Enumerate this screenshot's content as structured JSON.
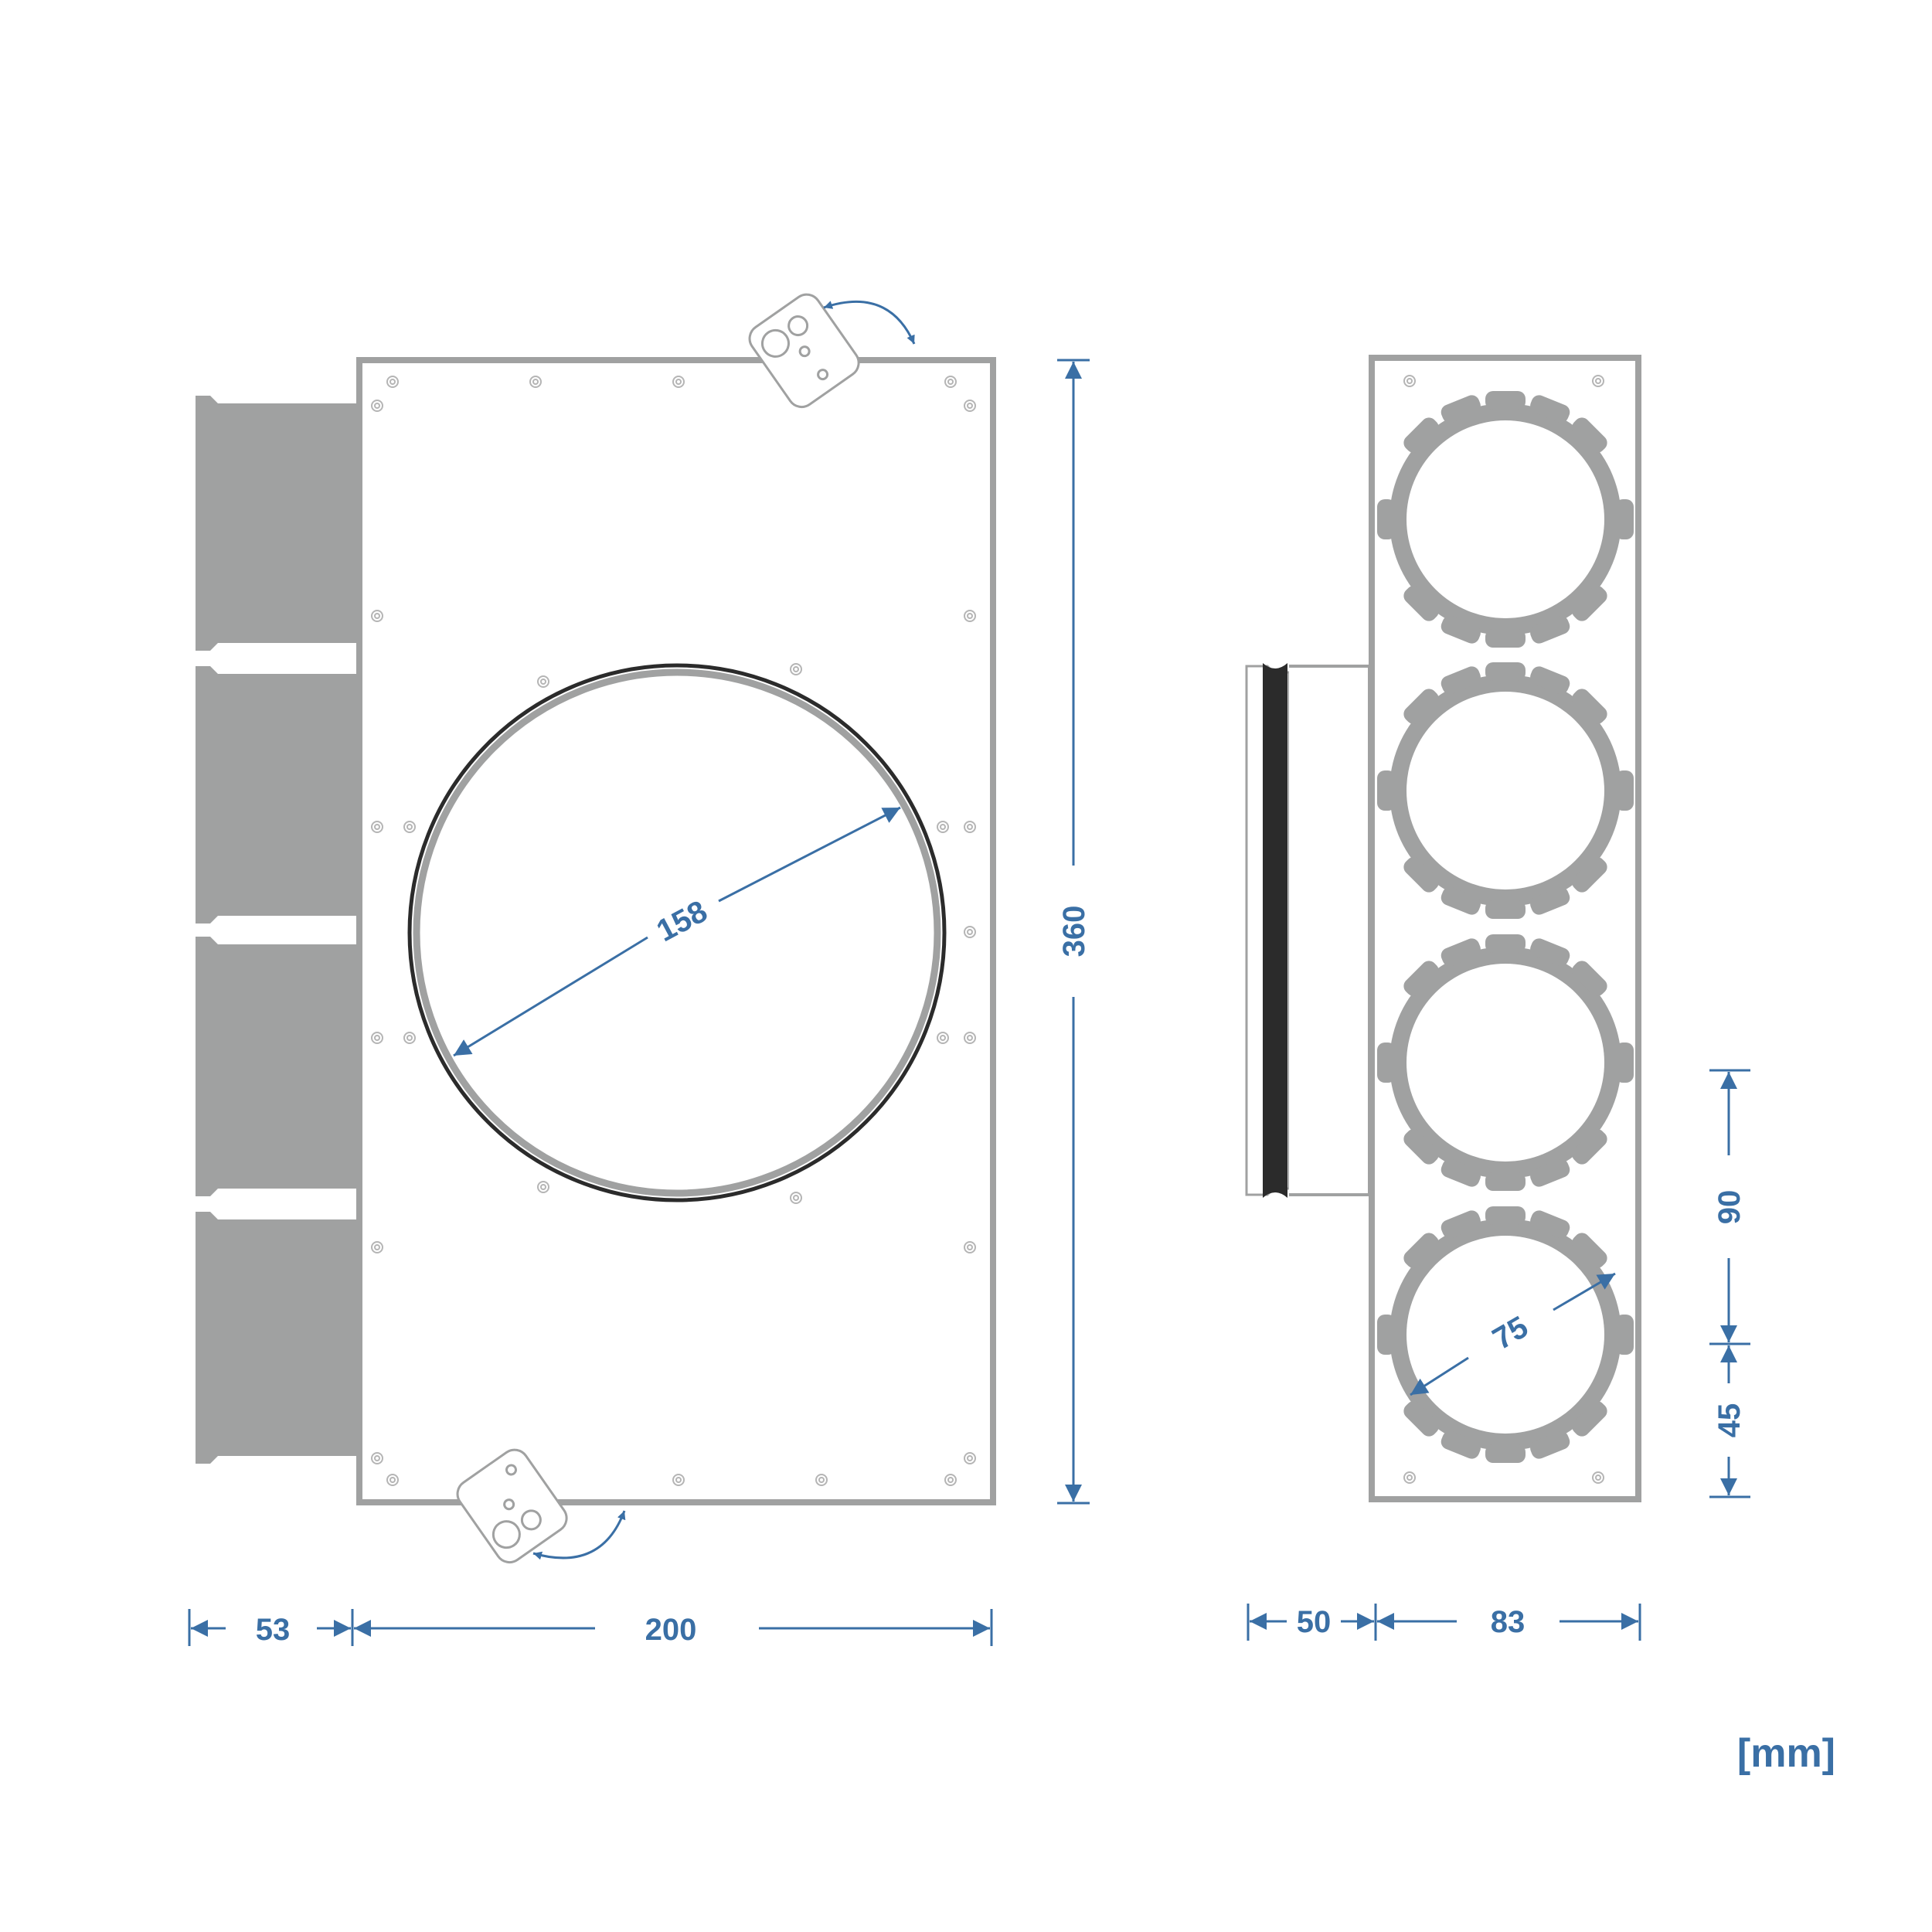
{
  "dimensions": {
    "spigot_depth": "53",
    "box_width": "200",
    "box_height": "360",
    "main_diameter": "158",
    "outlet_depth": "50",
    "side_width": "83",
    "outlet_pitch": "90",
    "outlet_offset": "45",
    "outlet_diameter": "75"
  },
  "unit": "[mm]",
  "colors": {
    "dimension": "#3a6fa5",
    "part_gray": "#a0a1a1",
    "gasket": "#2b2b2b"
  }
}
